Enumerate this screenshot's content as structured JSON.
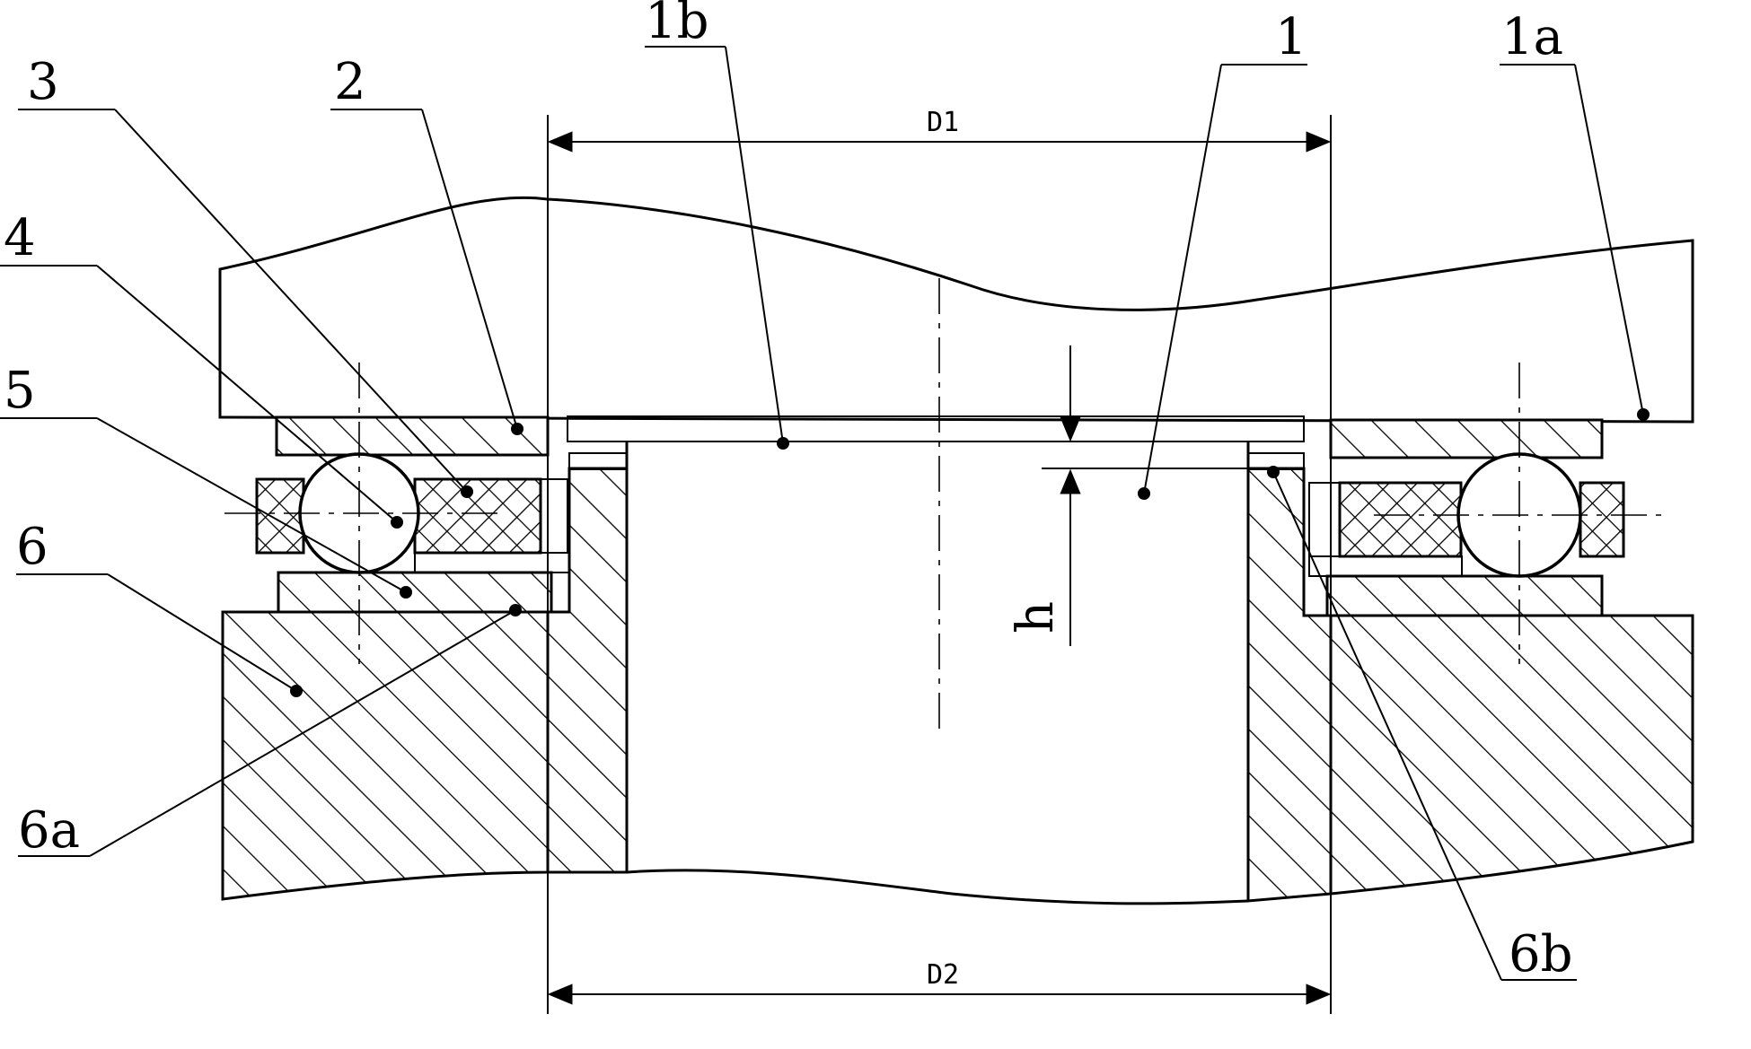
{
  "labels": {
    "l1": "1",
    "l1a": "1a",
    "l1b": "1b",
    "l2": "2",
    "l3": "3",
    "l4": "4",
    "l5": "5",
    "l6": "6",
    "l6a": "6a",
    "l6b": "6b"
  },
  "dimensions": {
    "d1": "D1",
    "d2": "D2",
    "h": "h"
  }
}
